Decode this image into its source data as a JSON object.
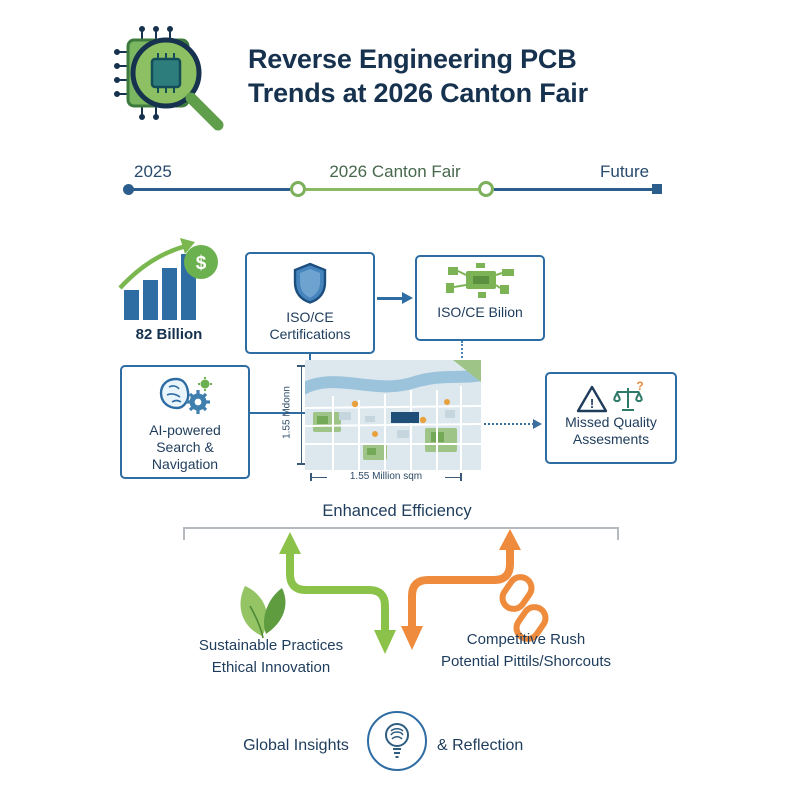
{
  "colors": {
    "navy": "#16324e",
    "blue": "#2e6ca4",
    "timeline_blue": "#2b5e8c",
    "green": "#8bc34a",
    "dark_green": "#5e9c3f",
    "orange": "#ef8b3d",
    "map_bg": "#dce8ee"
  },
  "header": {
    "title_line1": "Reverse Engineering PCB",
    "title_line2": "Trends at 2026 Canton Fair"
  },
  "timeline": {
    "start_label": "2025",
    "mid_label": "2026 Canton Fair",
    "end_label": "Future"
  },
  "market": {
    "value_label": "82 Billion",
    "dollar_symbol": "$"
  },
  "certifications_box": {
    "line1": "ISO/CE",
    "line2": "Certifications"
  },
  "bilion_box": {
    "label": "ISO/CE Bilion"
  },
  "ai_box": {
    "line1": "AI-powered",
    "line2": "Search &",
    "line3": "Navigation"
  },
  "quality_box": {
    "line1": "Missed Quality",
    "line2": "Assesments",
    "warning_symbol": "!",
    "question_symbol": "?"
  },
  "map": {
    "vertical_dimension": "1.55 Mdonn",
    "horizontal_dimension": "1.55 Million sqm"
  },
  "efficiency": {
    "label": "Enhanced Efficiency"
  },
  "sustainable": {
    "line1": "Sustainable Practices",
    "line2": "Ethical Innovation"
  },
  "competitive": {
    "line1": "Competitive Rush",
    "line2": "Potential Pittils/Shorcouts"
  },
  "footer": {
    "left_label": "Global Insights",
    "right_label": "& Reflection"
  },
  "icons": {
    "logo": "magnifier-chip-logo",
    "growth": "bar-chart-growth-icon",
    "dollar": "dollar-circle-icon",
    "shield": "shield-icon",
    "pcb": "pcb-chip-icon",
    "brain": "brain-gear-icon",
    "map": "venue-map-image",
    "warning": "warning-triangle-icon",
    "scales": "scales-icon",
    "leaf": "leaf-icon",
    "chain": "chain-link-icon",
    "insight": "lightbulb-badge-icon"
  }
}
